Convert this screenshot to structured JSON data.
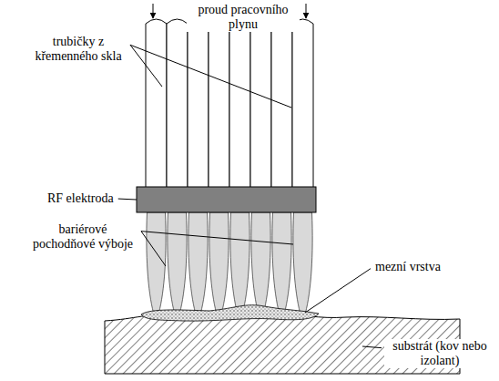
{
  "diagram": {
    "labels": [
      "proud pracovního plynu",
      "trubičky z křemenného skla",
      "RF elektroda",
      "bariérové pochodňové výboje",
      "mezní vrstva",
      "substrát (kov nebo izolant)"
    ]
  }
}
